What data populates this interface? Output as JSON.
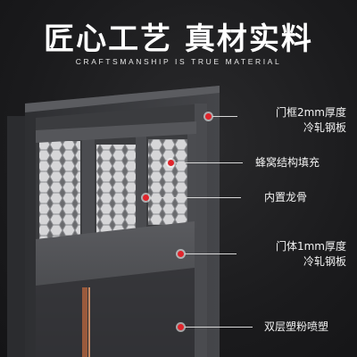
{
  "header": {
    "title": "匠心工艺 真材实料",
    "subtitle": "CRAFTSMANSHIP IS TRUE MATERIAL"
  },
  "callouts": [
    {
      "lines": [
        "门框2mm厚度",
        "冷轧钢板"
      ]
    },
    {
      "lines": [
        "蜂窝结构填充"
      ]
    },
    {
      "lines": [
        "内置龙骨"
      ]
    },
    {
      "lines": [
        "门体1mm厚度",
        "冷轧钢板"
      ]
    },
    {
      "lines": [
        "双层塑粉喷塑"
      ]
    }
  ],
  "colors": {
    "accent_dot": "#e0242b",
    "frame": "#3a3b3e",
    "panel": "#4a4b4e",
    "strip": "#9a5a3c"
  }
}
